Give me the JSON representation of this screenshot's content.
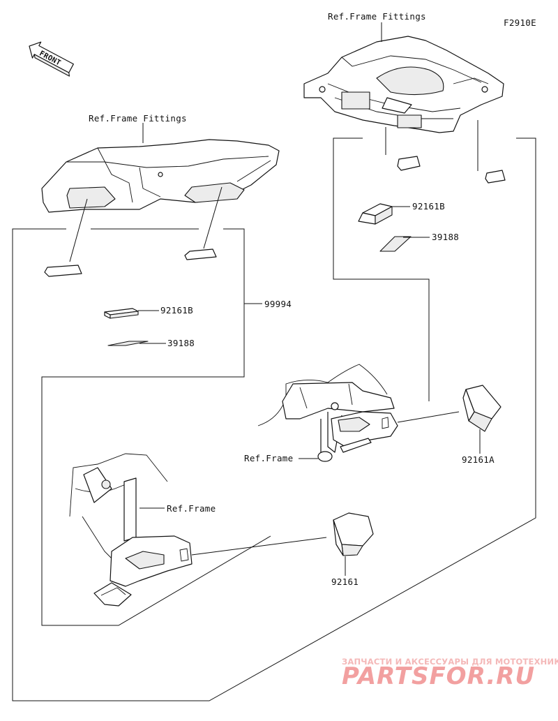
{
  "diagram_code": "F2910E",
  "front_arrow_text": "FRONT",
  "labels": {
    "ref_frame_fittings_top": "Ref.Frame Fittings",
    "ref_frame_fittings_left": "Ref.Frame Fittings",
    "part_99994": "99994",
    "left_92161B": "92161B",
    "left_39188": "39188",
    "right_92161B": "92161B",
    "right_39188": "39188",
    "ref_frame_upper": "Ref.Frame",
    "ref_frame_lower": "Ref.Frame",
    "part_92161A": "92161A",
    "part_92161": "92161"
  },
  "watermark": {
    "caption": "ЗАПЧАСТИ И АКСЕССУАРЫ ДЛЯ МОТОТЕХНИКИ",
    "logo_text": "PARTSFOR.RU"
  }
}
